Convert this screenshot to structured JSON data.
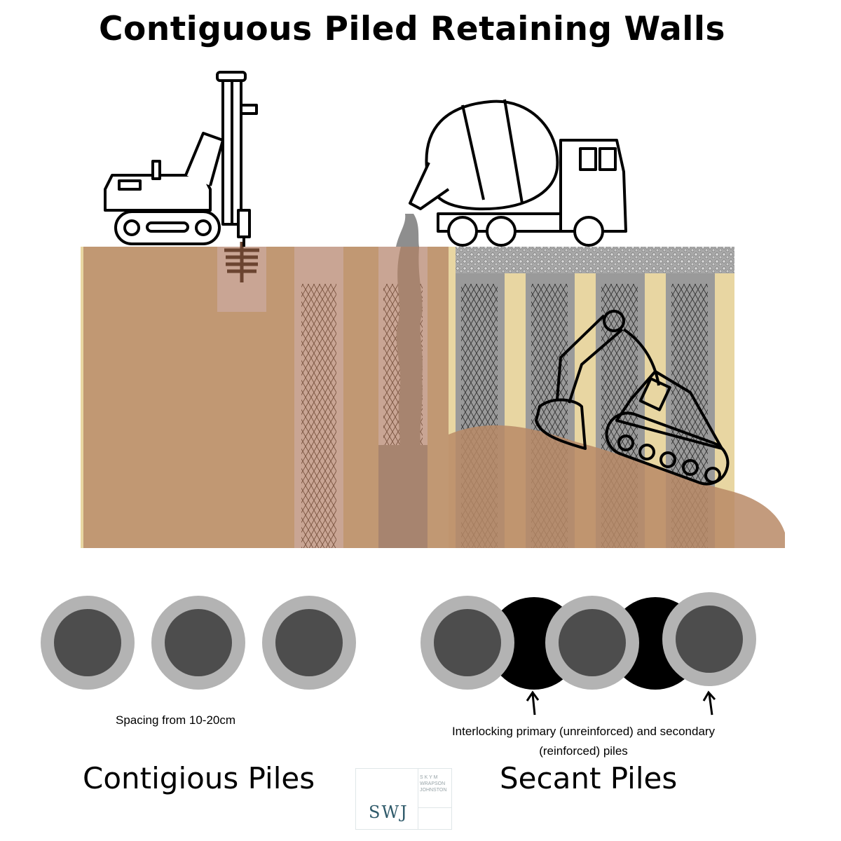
{
  "title": "Contiguous Piled Retaining Walls",
  "contiguous": {
    "label": "Contigious Piles",
    "note": "Spacing from 10-20cm"
  },
  "secant": {
    "label": "Secant Piles",
    "note": "Interlocking primary (unreinforced) and secondary (reinforced) piles"
  },
  "logo": {
    "main": "SWJ",
    "line1": "S K Y M",
    "line2": "WRAPSON",
    "line3": "JOHNSTON"
  },
  "colors": {
    "soil": "#c19873",
    "pile_light": "#c9a594",
    "concrete": "#a7846f",
    "sand": "#e8d6a2",
    "secant_pile": "#9a9a9a",
    "pile_ring": "#b3b3b3",
    "pile_core": "#4d4d4d"
  }
}
